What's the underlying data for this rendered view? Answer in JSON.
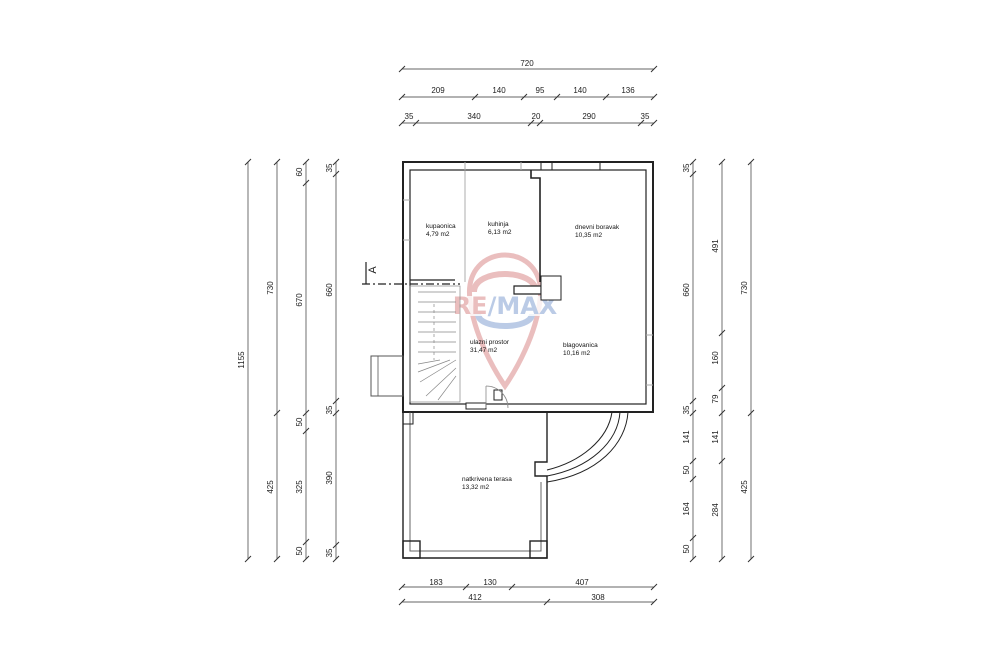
{
  "watermark": {
    "text": "RE/MAX",
    "colors": {
      "red": "#e8b8b8",
      "blue": "#b4c6e4"
    }
  },
  "section_marker": "A",
  "rooms": [
    {
      "id": "kupaonica",
      "name": "kupaonica",
      "area": "4,79 m2"
    },
    {
      "id": "kuhinja",
      "name": "kuhinja",
      "area": "6,13 m2"
    },
    {
      "id": "dnevni-boravak",
      "name": "dnevni boravak",
      "area": "10,35 m2"
    },
    {
      "id": "ulazni-prostor",
      "name": "ulazni prostor",
      "area": "31,47 m2"
    },
    {
      "id": "blagovanica",
      "name": "blagovanica",
      "area": "10,16 m2"
    },
    {
      "id": "natkrivena-terasa",
      "name": "natkrivena terasa",
      "area": "13,32 m2"
    }
  ],
  "dimensions": {
    "top_overall": "720",
    "top_row2": [
      "209",
      "140",
      "95",
      "140",
      "136"
    ],
    "top_row3": [
      "35",
      "340",
      "20",
      "290",
      "35"
    ],
    "left_outer": "1155",
    "left_col2": [
      "730",
      "425"
    ],
    "left_col3": [
      "60",
      "670",
      "50",
      "325",
      "50"
    ],
    "left_col4": [
      "35",
      "660",
      "35",
      "390",
      "35"
    ],
    "right_col1": [
      "35",
      "660",
      "35",
      "141",
      "50",
      "164",
      "50"
    ],
    "right_col2": [
      "491",
      "160",
      "79",
      "141",
      "284"
    ],
    "right_col3": [
      "730",
      "425"
    ],
    "bottom_row1": [
      "183",
      "130",
      "407"
    ],
    "bottom_row2": [
      "412",
      "308"
    ]
  }
}
